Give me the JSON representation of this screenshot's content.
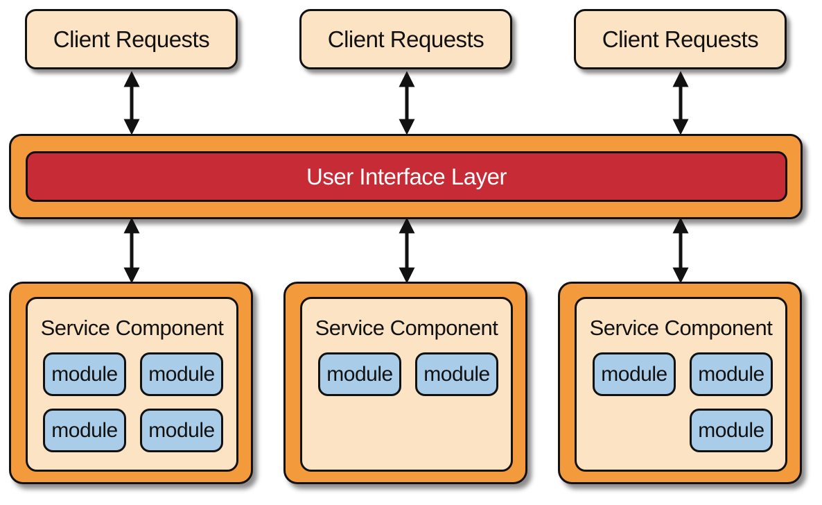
{
  "clients": [
    {
      "label": "Client Requests"
    },
    {
      "label": "Client Requests"
    },
    {
      "label": "Client Requests"
    }
  ],
  "ui_layer": {
    "label": "User Interface Layer"
  },
  "services": [
    {
      "title": "Service Component",
      "modules": [
        "module",
        "module",
        "module",
        "module"
      ]
    },
    {
      "title": "Service Component",
      "modules": [
        "module",
        "module"
      ]
    },
    {
      "title": "Service Component",
      "modules": [
        "module",
        "module",
        "module"
      ]
    }
  ],
  "colors": {
    "client_fill": "#fbe3c4",
    "layer_frame": "#f39a3c",
    "ui_layer_fill": "#c72b36",
    "module_fill": "#a9cde8"
  }
}
